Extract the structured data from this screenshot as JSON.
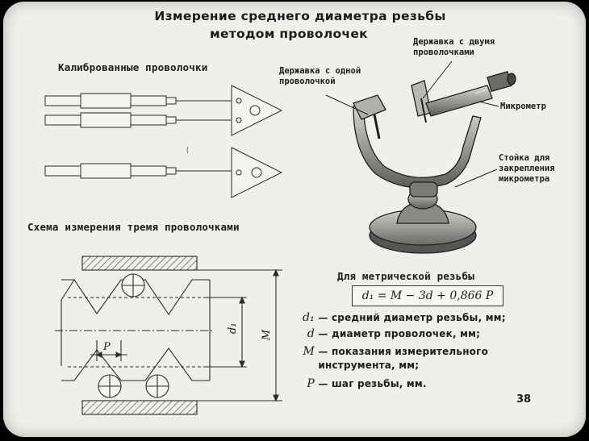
{
  "title_line1": "Измерение среднего диаметра резьбы",
  "title_line2": "методом проволочек",
  "wires_label": "Калиброванные проволочки",
  "scheme_label": "Схема измерения тремя проволочками",
  "holder_one": [
    "Державка с одной",
    "проволочкой"
  ],
  "holder_two": [
    "Державка с двумя",
    "проволочками"
  ],
  "micrometer": "Микрометр",
  "stand": [
    "Стойка для",
    "закрепления",
    "микрометра"
  ],
  "metric_label": "Для метрической резьбы",
  "formula": "d₁ = M − 3d + 0,866 P",
  "legend": [
    {
      "sym": "d₁",
      "text": "— средний диаметр резьбы, мм;"
    },
    {
      "sym": "d",
      "text": "— диаметр проволочек, мм;"
    },
    {
      "sym": "M",
      "text": "— показания измерительного"
    },
    {
      "sym": "",
      "text": "инструмента, мм;"
    },
    {
      "sym": "P",
      "text": "— шаг резьбы, мм."
    }
  ],
  "dim_P": "P",
  "dim_d1": "d₁",
  "dim_M": "M",
  "page_number": "38"
}
